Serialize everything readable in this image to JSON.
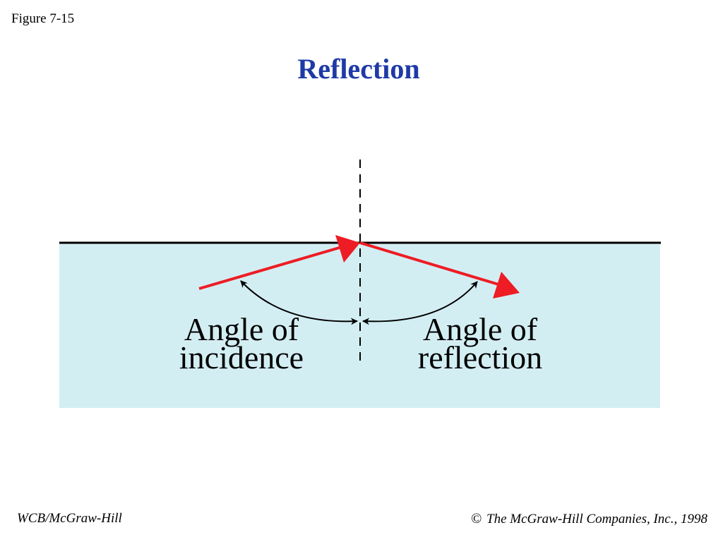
{
  "figure_label": "Figure 7-15",
  "title": "Reflection",
  "diagram": {
    "left_label_line1": "Angle of",
    "left_label_line2": "incidence",
    "right_label_line1": "Angle of",
    "right_label_line2": "reflection",
    "colors": {
      "medium": "#d3eef3",
      "ray": "#ee1c24",
      "surface": "#000000",
      "normal": "#000000"
    }
  },
  "footer": {
    "publisher": "WCB/McGraw-Hill",
    "copyright_symbol": "©",
    "copyright_text": "The McGraw-Hill Companies, Inc., 1998"
  }
}
